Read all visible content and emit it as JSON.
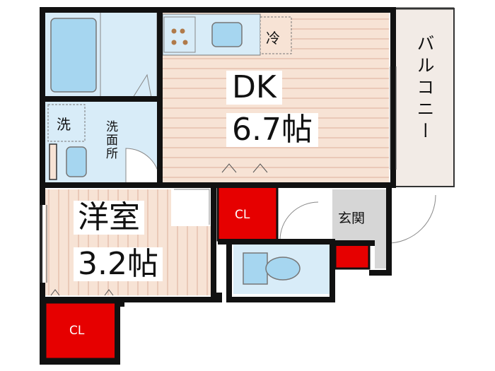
{
  "rooms": {
    "dk": {
      "label": "DK",
      "size": "6.7帖"
    },
    "bedroom": {
      "label": "洋室",
      "size": "3.2帖"
    },
    "closet_upper": {
      "label": "CL"
    },
    "closet_lower": {
      "label": "CL"
    },
    "washroom": {
      "label": "洗面所"
    },
    "washer": {
      "label": "洗"
    },
    "fridge": {
      "label": "冷"
    },
    "entrance": {
      "label": "玄関"
    },
    "balcony": {
      "label": "バルコニー"
    }
  },
  "colors": {
    "wall": "#111111",
    "wood_floor": "#f7e3d5",
    "wood_line": "#e2b8a4",
    "tile_blue": "#d8ecf8",
    "fixture_blue": "#a6d6f0",
    "closet_red": "#e60000",
    "balcony_fill": "#f2ebe6",
    "entrance_gray": "#d6d6d6"
  }
}
